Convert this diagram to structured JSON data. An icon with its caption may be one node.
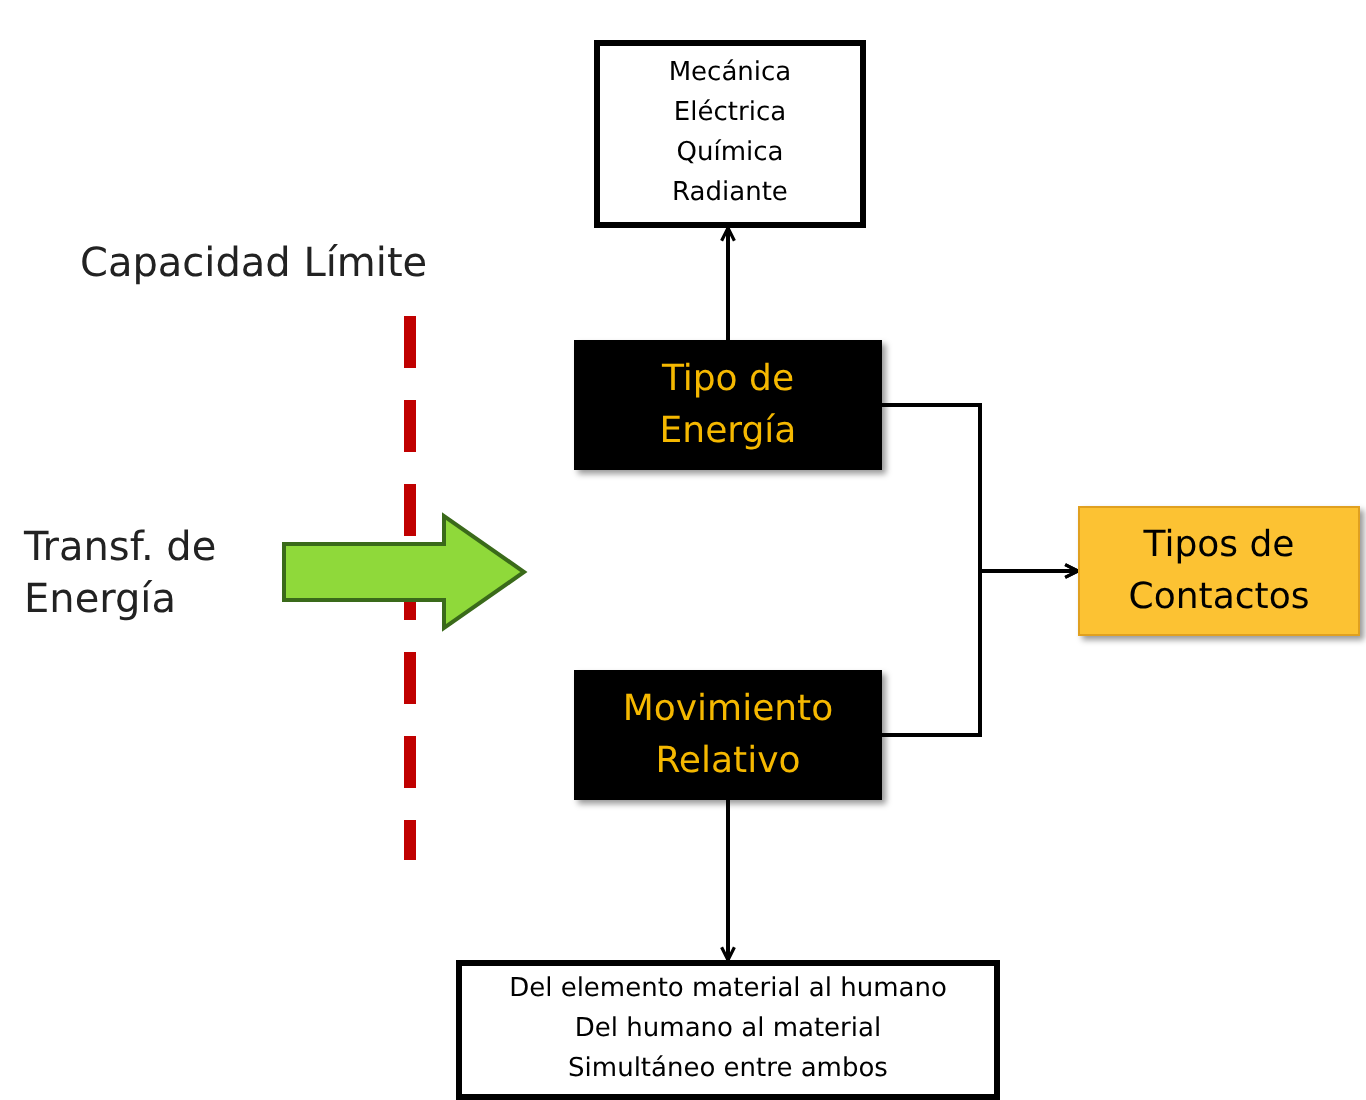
{
  "diagram": {
    "nodes": [
      {
        "text": [
          "Mecánica",
          "Eléctrica",
          "Química",
          "Radiante"
        ]
      },
      {
        "text": [
          "Tipo de Energía"
        ]
      },
      {
        "text": [
          "Movimiento Relativo"
        ]
      },
      {
        "text": [
          "Tipos de Contactos"
        ]
      },
      {
        "text": [
          "Del elemento material al humano",
          "Del humano al material",
          "Simultáneo entre ambos"
        ]
      }
    ],
    "edges": [
      {
        "from": 1,
        "to": 0,
        "arrow": "to"
      },
      {
        "from": 2,
        "to": 4,
        "arrow": "to"
      },
      {
        "from": 1,
        "to": 3,
        "arrow": "to"
      },
      {
        "from": 2,
        "to": 3,
        "arrow": "to"
      }
    ],
    "labels": [
      "Capacidad Límite",
      "Transf. de Energía"
    ]
  }
}
